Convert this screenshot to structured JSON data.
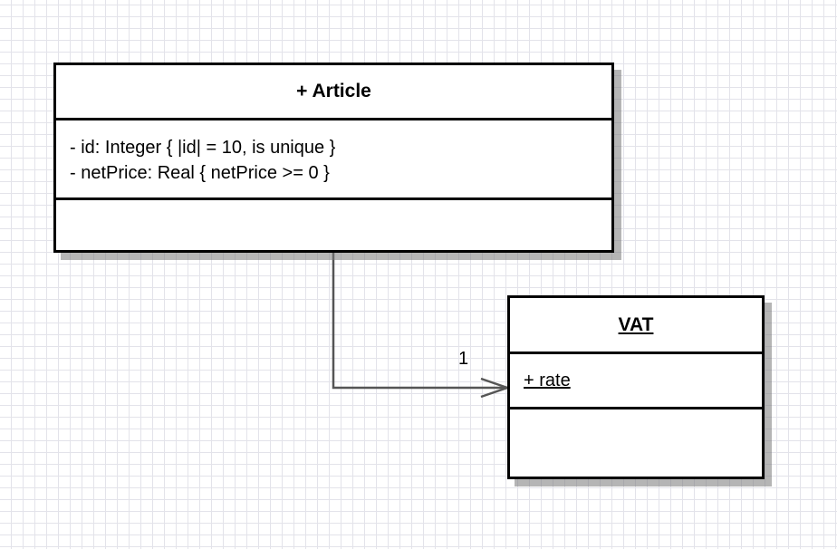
{
  "classes": {
    "article": {
      "name": "+ Article",
      "attributes": [
        "- id: Integer { |id| = 10, is unique }",
        "- netPrice: Real { netPrice >= 0 }"
      ]
    },
    "vat": {
      "name": "VAT",
      "attributes": [
        "+ rate"
      ]
    }
  },
  "association": {
    "from": "+ Article",
    "to": "VAT",
    "multiplicity": "1",
    "navigable_end": "VAT",
    "arrowhead": "open"
  },
  "colors": {
    "grid": "#e3e3ea",
    "border": "#000000",
    "connector": "#555555"
  }
}
